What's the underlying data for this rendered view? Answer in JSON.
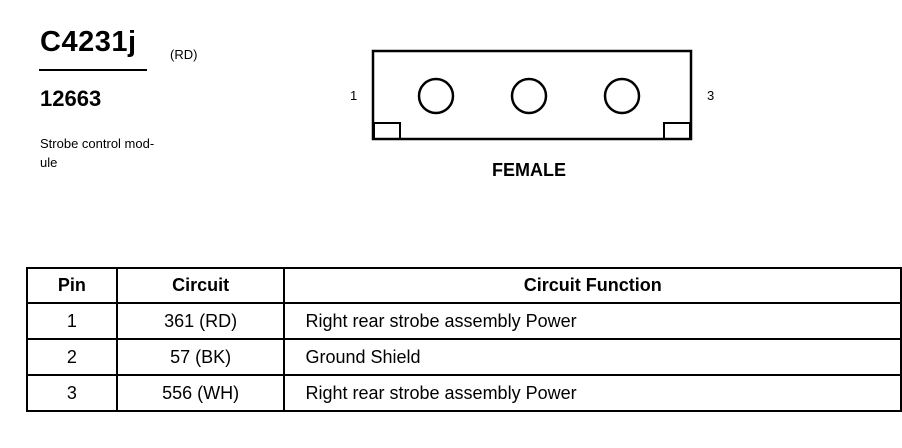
{
  "connector": {
    "id": "C4231j",
    "color_code": "(RD)",
    "part_number": "12663",
    "description": "Strobe control mod- ule",
    "description_lines": [
      "Strobe control mod-",
      "ule"
    ],
    "pin_label_left": "1",
    "pin_label_right": "3",
    "gender": "FEMALE",
    "cavity_count": 3
  },
  "table": {
    "headers": [
      "Pin",
      "Circuit",
      "Circuit Function"
    ],
    "rows": [
      {
        "pin": "1",
        "circuit": "361 (RD)",
        "function": "Right rear strobe assembly Power"
      },
      {
        "pin": "2",
        "circuit": "57 (BK)",
        "function": "Ground Shield"
      },
      {
        "pin": "3",
        "circuit": "556 (WH)",
        "function": "Right rear strobe assembly Power"
      }
    ]
  }
}
